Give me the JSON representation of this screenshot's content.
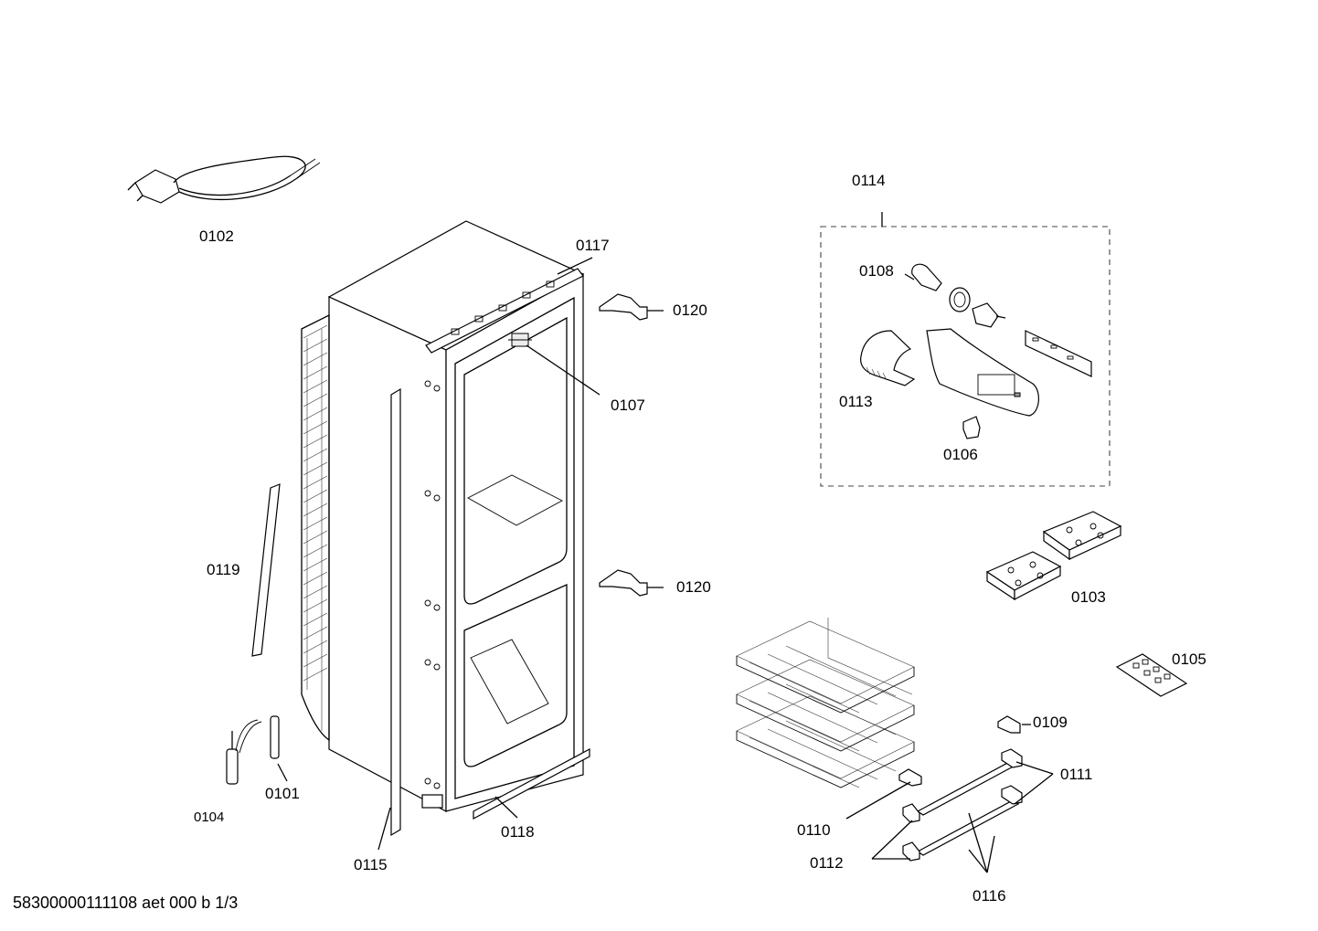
{
  "labels": {
    "p0101": "0101",
    "p0102": "0102",
    "p0103": "0103",
    "p0104": "0104",
    "p0105": "0105",
    "p0106": "0106",
    "p0107": "0107",
    "p0108": "0108",
    "p0109": "0109",
    "p0110": "0110",
    "p0111": "0111",
    "p0112": "0112",
    "p0113": "0113",
    "p0114": "0114",
    "p0115": "0115",
    "p0116": "0116",
    "p0117": "0117",
    "p0118": "0118",
    "p0119": "0119",
    "p0120a": "0120",
    "p0120b": "0120"
  },
  "document_ref": "58300000111108 aet 000 b 1/3"
}
